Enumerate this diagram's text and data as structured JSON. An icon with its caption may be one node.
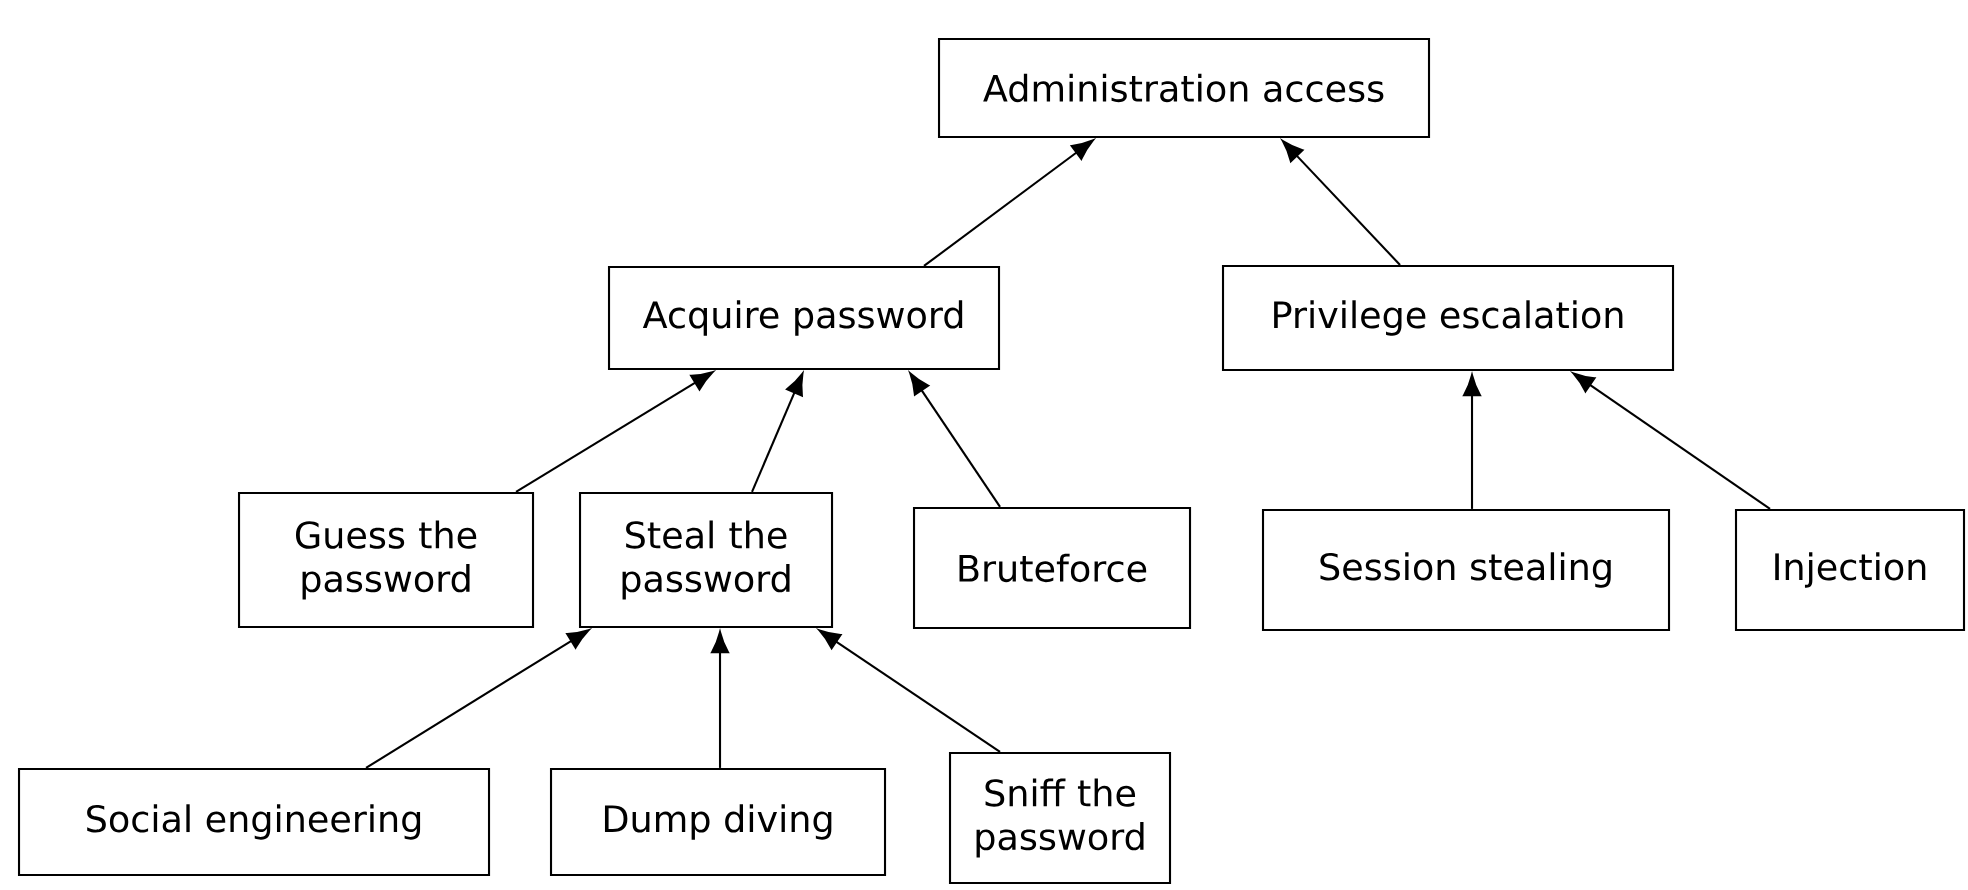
{
  "diagram": {
    "nodes": [
      {
        "text": [
          "Administration access"
        ]
      },
      {
        "text": [
          "Acquire password"
        ]
      },
      {
        "text": [
          "Privilege escalation"
        ]
      },
      {
        "text": [
          "Guess the password"
        ]
      },
      {
        "text": [
          "Steal the password"
        ]
      },
      {
        "text": [
          "Bruteforce"
        ]
      },
      {
        "text": [
          "Session stealing"
        ]
      },
      {
        "text": [
          "Injection"
        ]
      },
      {
        "text": [
          "Social engineering"
        ]
      },
      {
        "text": [
          "Dump diving"
        ]
      },
      {
        "text": [
          "Sniff the password"
        ]
      }
    ],
    "edges": [
      {
        "from": 1,
        "to": 0,
        "arrow": "to"
      },
      {
        "from": 2,
        "to": 0,
        "arrow": "to"
      },
      {
        "from": 3,
        "to": 1,
        "arrow": "to"
      },
      {
        "from": 4,
        "to": 1,
        "arrow": "to"
      },
      {
        "from": 5,
        "to": 1,
        "arrow": "to"
      },
      {
        "from": 6,
        "to": 2,
        "arrow": "to"
      },
      {
        "from": 7,
        "to": 2,
        "arrow": "to"
      },
      {
        "from": 8,
        "to": 4,
        "arrow": "to"
      },
      {
        "from": 9,
        "to": 4,
        "arrow": "to"
      },
      {
        "from": 10,
        "to": 4,
        "arrow": "to"
      }
    ]
  }
}
